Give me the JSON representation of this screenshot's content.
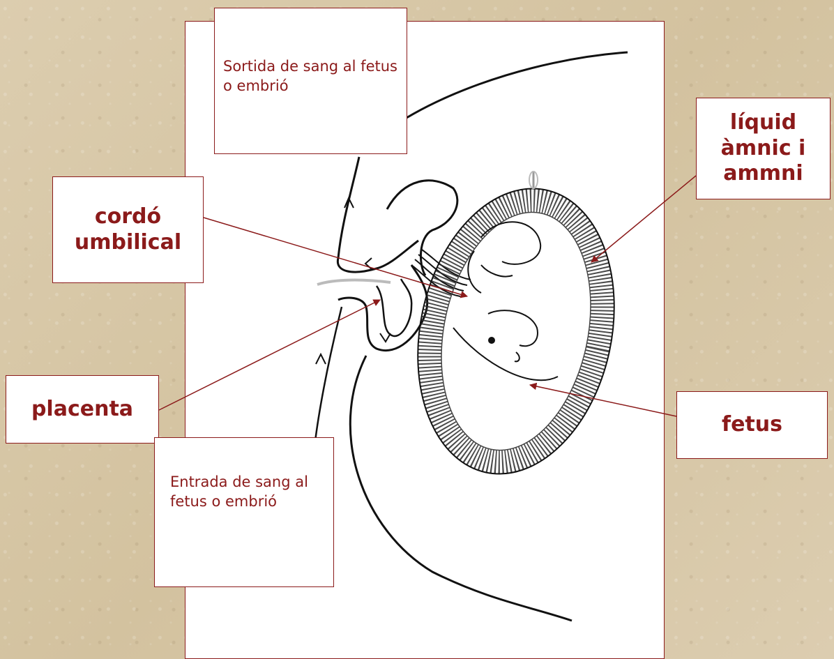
{
  "colors": {
    "accent": "#8b1a1a",
    "background": "#d9c9a8",
    "sheet": "#ffffff",
    "ink": "#1a1a1a"
  },
  "labels": {
    "sortida": "Sortida de sang al fetus o embrió",
    "liquid": "líquid àmnic i ammni",
    "cordo": "cordó umbilical",
    "placenta": "placenta",
    "fetus": "fetus",
    "entrada": "Entrada de sang al fetus o embrió"
  }
}
